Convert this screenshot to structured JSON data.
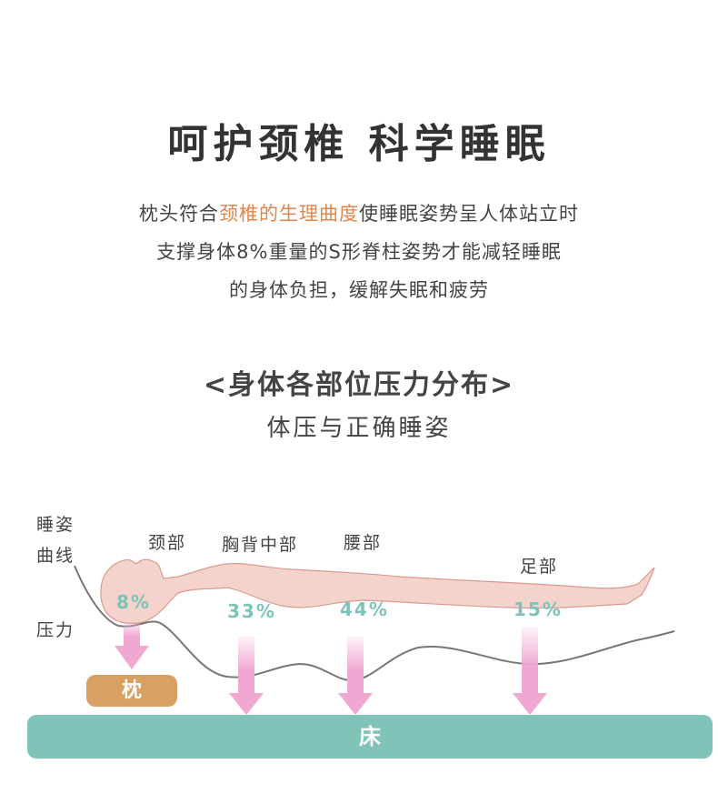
{
  "header": {
    "title": "呵护颈椎 科学睡眠",
    "desc_line1_pre": "枕头符合",
    "desc_line1_highlight": "颈椎的生理曲度",
    "desc_line1_post": "使睡眠姿势呈人体站立时",
    "desc_line2": "支撑身体8%重量的S形脊柱姿势才能减轻睡眠",
    "desc_line3": "的身体负担，缓解失眠和疲劳"
  },
  "section": {
    "title": "<身体各部位压力分布>",
    "subtitle": "体压与正确睡姿"
  },
  "diagram": {
    "curve_label_line1": "睡姿",
    "curve_label_line2": "曲线",
    "pressure_label": "压力",
    "parts": {
      "neck": "颈部",
      "chest_back": "胸背中部",
      "waist": "腰部",
      "feet": "足部"
    },
    "percents": {
      "neck": "8%",
      "chest_back": "33%",
      "waist": "44%",
      "feet": "15%"
    },
    "pillow_label": "枕",
    "bed_label": "床",
    "colors": {
      "body_fill": "#f4d3cc",
      "body_stroke": "#d99a90",
      "arrow": "#f0a8d2",
      "percent_text": "#7cc4b9",
      "pillow": "#d9a063",
      "bed": "#80c3b8",
      "highlight": "#e0864a"
    }
  }
}
